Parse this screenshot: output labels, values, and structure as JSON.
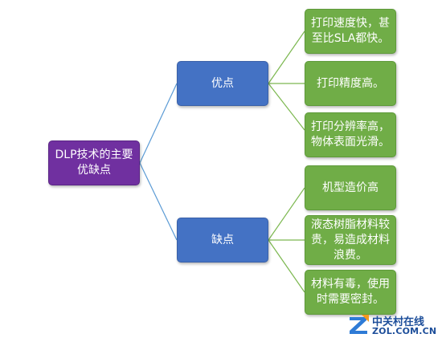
{
  "diagram": {
    "root": {
      "label": "DLP技术的主要\n优缺点"
    },
    "branches": [
      {
        "label": "优点",
        "leaves": [
          "打印速度快，甚\n至比SLA都快。",
          "打印精度高。",
          "打印分辨率高，\n物体表面光滑。"
        ]
      },
      {
        "label": "缺点",
        "leaves": [
          "机型造价高",
          "液态树脂材料较\n贵，易造成材料\n浪费。",
          "材料有毒，使用\n时需要密封。"
        ]
      }
    ],
    "colors": {
      "root": "#7030a0",
      "branch": "#4472c4",
      "leaf": "#70ad47",
      "connector": "#5b9bd5",
      "connector_leaf": "#7cb850"
    }
  },
  "watermark": {
    "name_cn": "中关村在线",
    "name_en": "ZOL.COM.CN",
    "logo_icon": "zol-z-logo"
  }
}
